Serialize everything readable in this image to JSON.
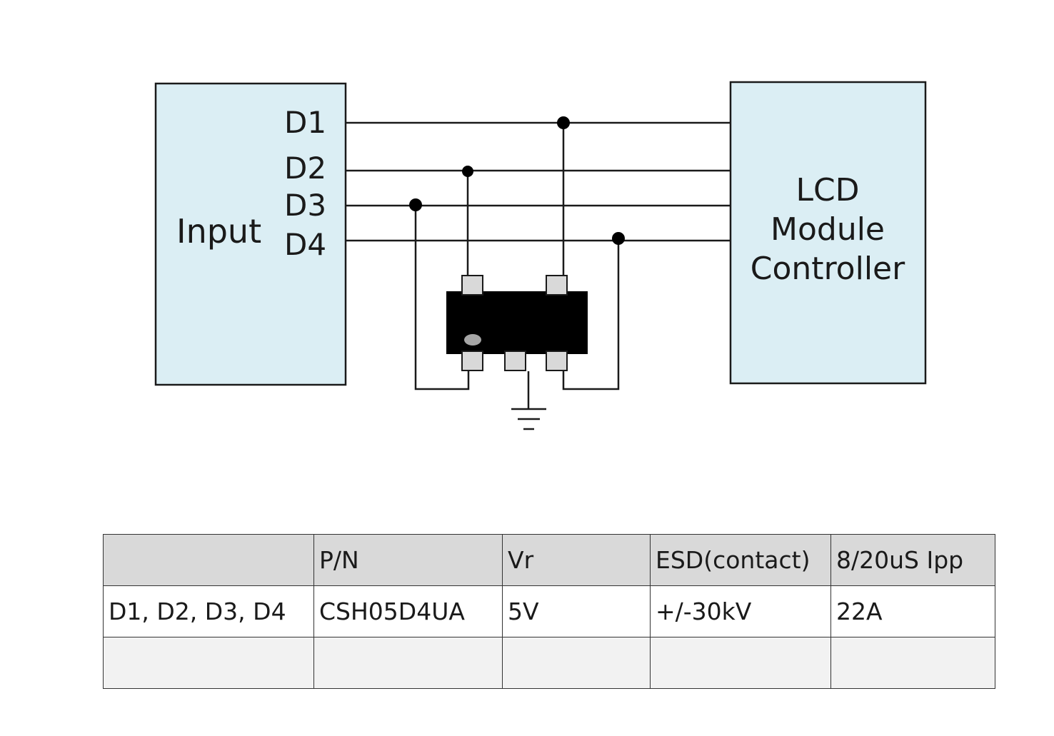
{
  "diagram": {
    "input_block": {
      "label": "Input",
      "fill": "#dbeef4"
    },
    "output_block": {
      "lines": [
        "LCD",
        "Module",
        "Controller"
      ],
      "fill": "#dbeef4"
    },
    "signals": [
      "D1",
      "D2",
      "D3",
      "D4"
    ],
    "device": {
      "body_color": "#000000",
      "pad_color": "#d9d9d9",
      "pin1_marker_color": "#a6a6a6"
    }
  },
  "table": {
    "header": [
      "",
      "P/N",
      "Vr",
      "ESD(contact)",
      "8/20uS Ipp"
    ],
    "rows": [
      [
        "D1, D2, D3, D4",
        "CSH05D4UA",
        "5V",
        "+/-30kV",
        "22A"
      ],
      [
        "",
        "",
        "",
        "",
        ""
      ]
    ],
    "header_fill": "#d9d9d9",
    "blank_row_fill": "#f2f2f2"
  }
}
